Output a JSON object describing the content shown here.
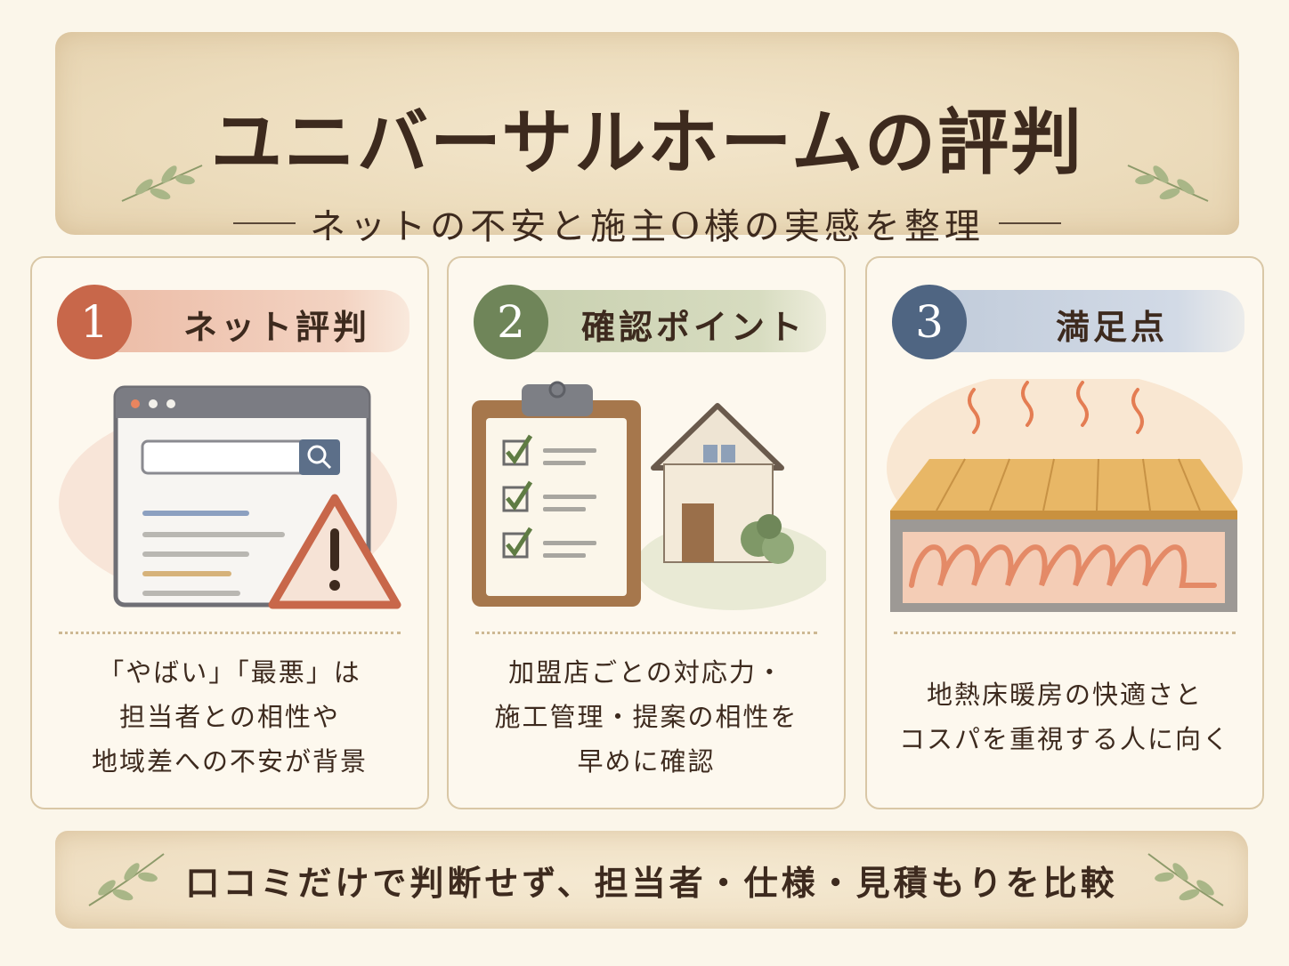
{
  "header": {
    "title": "ユニバーサルホームの評判",
    "subtitle": "ネットの不安と施主O様の実感を整理"
  },
  "cards": [
    {
      "number": "1",
      "title": "ネット評判",
      "lines": [
        "「やばい」「最悪」は",
        "担当者との相性や",
        "地域差への不安が背景"
      ],
      "icons": [
        "browser-window-icon",
        "search-icon",
        "warning-icon"
      ]
    },
    {
      "number": "2",
      "title": "確認ポイント",
      "lines": [
        "加盟店ごとの対応力・",
        "施工管理・提案の相性を",
        "早めに確認"
      ],
      "icons": [
        "clipboard-checklist-icon",
        "house-icon"
      ]
    },
    {
      "number": "3",
      "title": "満足点",
      "lines": [
        "地熱床暖房の快適さと",
        "コスパを重視する人に向く"
      ],
      "icons": [
        "floor-heating-icon"
      ]
    }
  ],
  "footer": {
    "text": "口コミだけで判断せず、担当者・仕様・見積もりを比較"
  },
  "colors": {
    "card1_accent": "#c8674a",
    "card2_accent": "#6f8559",
    "card3_accent": "#4f6582",
    "text": "#3d2a1e"
  }
}
